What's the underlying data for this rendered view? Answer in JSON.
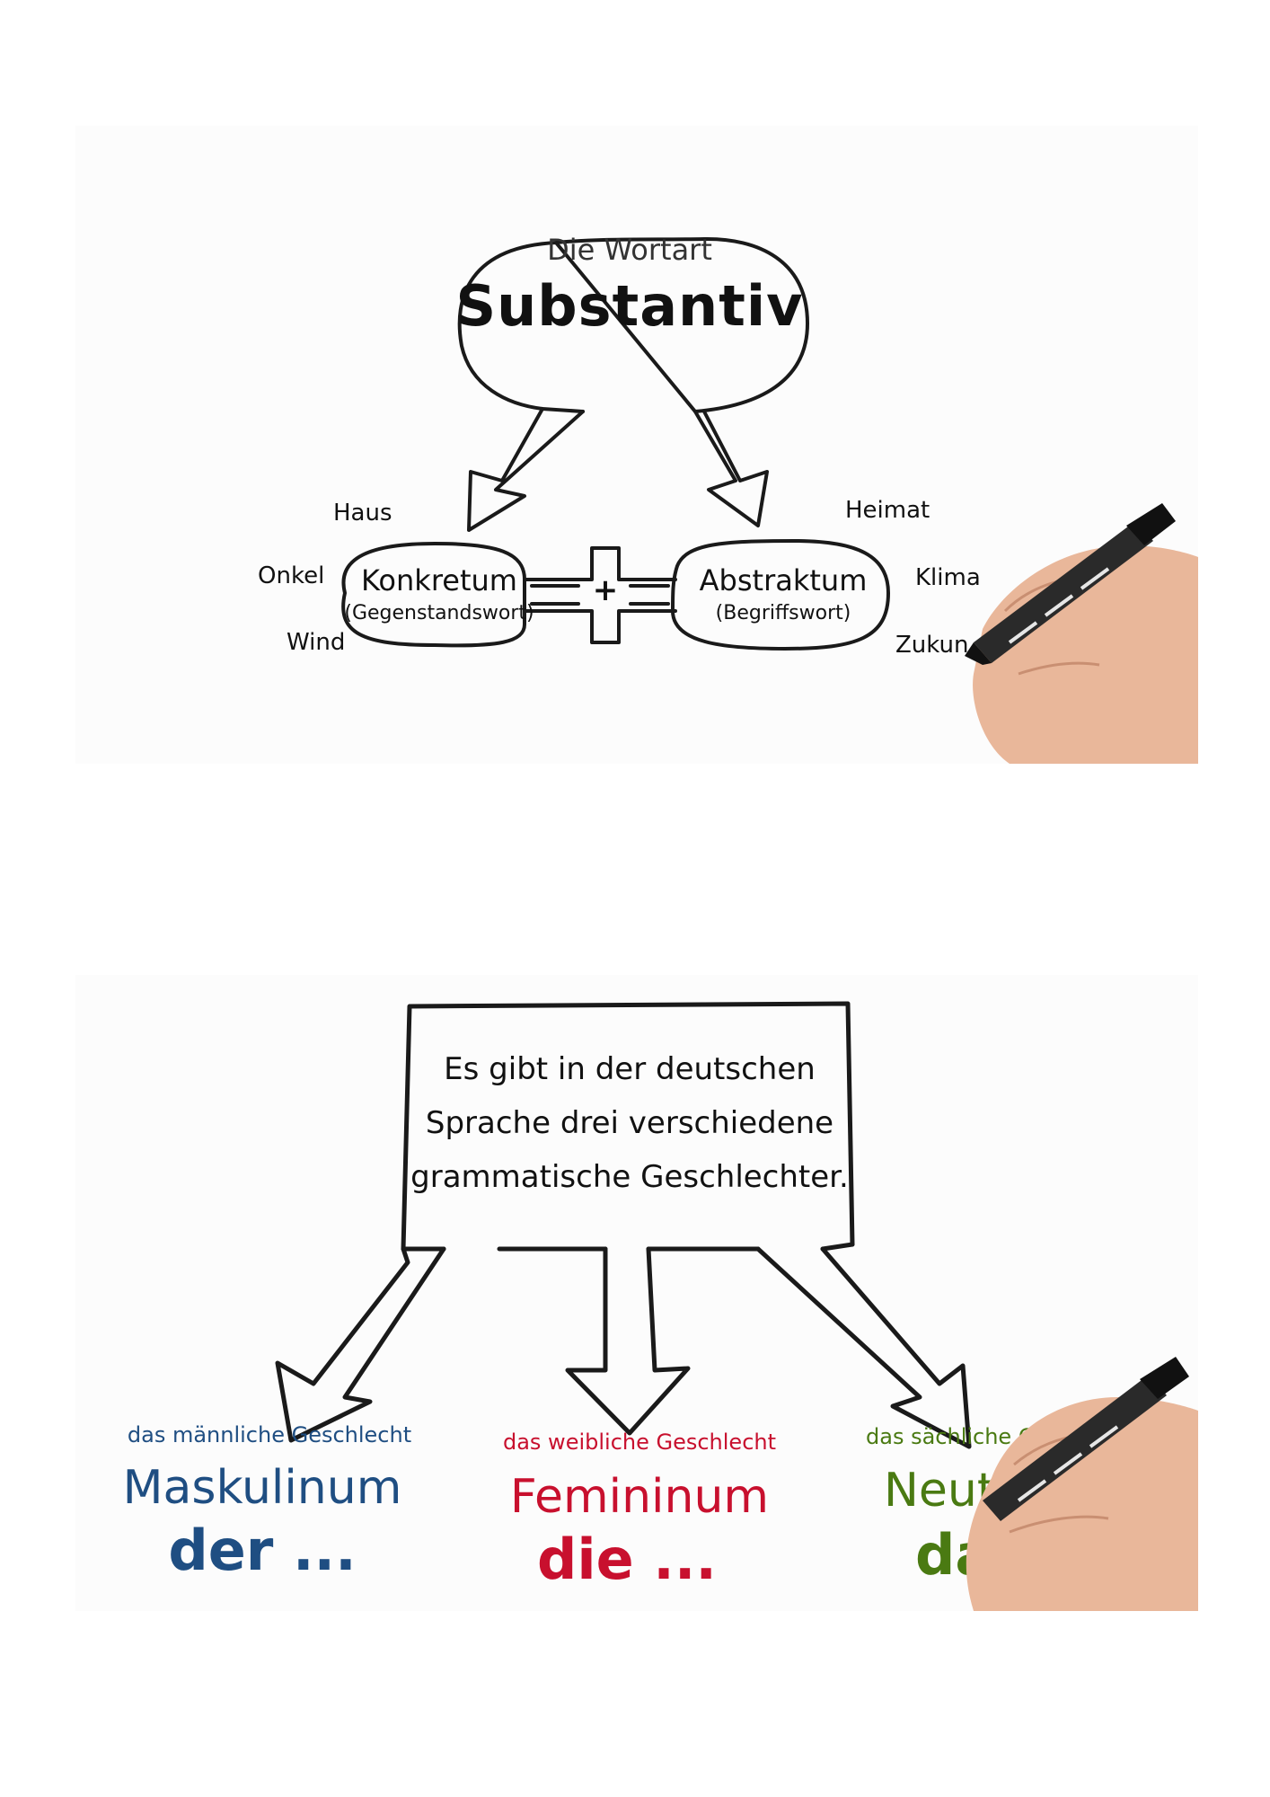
{
  "panel1": {
    "bubble_small": "Die Wortart",
    "bubble_big": "Substantiv",
    "left_node": {
      "title": "Konkretum",
      "subtitle": "(Gegenstandswort)"
    },
    "right_node": {
      "title": "Abstraktum",
      "subtitle": "(Begriffswort)"
    },
    "plus": "+",
    "left_examples": [
      "Haus",
      "Onkel",
      "Wind"
    ],
    "right_examples": [
      "Heimat",
      "Klima",
      "Zukun"
    ]
  },
  "panel2": {
    "box_lines": [
      "Es gibt in der deutschen",
      "Sprache drei verschiedene",
      "grammatische Geschlechter."
    ],
    "genders": [
      {
        "caption": "das männliche Geschlecht",
        "name": "Maskulinum",
        "article": "der ...",
        "color": "#1f4e82"
      },
      {
        "caption": "das weibliche Geschlecht",
        "name": "Femininum",
        "article": "die ...",
        "color": "#c8102e"
      },
      {
        "caption": "das sächliche Ge",
        "name": "Neutr",
        "article": "da",
        "color": "#4a7a12"
      }
    ]
  },
  "colors": {
    "ink": "#1a1a1a",
    "skin": "#e9b79a",
    "marker": "#2a2a2a"
  }
}
